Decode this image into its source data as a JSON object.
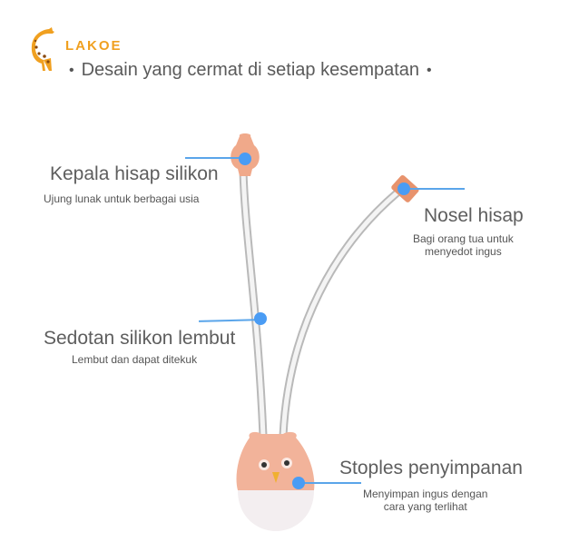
{
  "brand": {
    "name": "LAKOE",
    "logo_icon": "giraffe-icon",
    "color": "#f0a020"
  },
  "headline": {
    "text": "Desain yang cermat di setiap kesempatan",
    "bullet": "•"
  },
  "callouts": [
    {
      "title": "Kepala hisap silikon",
      "subtitle": "Ujung lunak untuk berbagai usia"
    },
    {
      "title": "Nosel hisap",
      "subtitle_line1": "Bagi orang tua untuk",
      "subtitle_line2": "menyedot ingus"
    },
    {
      "title": "Sedotan silikon lembut",
      "subtitle": "Lembut dan dapat ditekuk"
    },
    {
      "title": "Stoples penyimpanan",
      "subtitle_line1": "Menyimpan ingus dengan",
      "subtitle_line2": "cara yang terlihat"
    }
  ],
  "colors": {
    "pin": "#4a9cf4",
    "leader": "#5aa5ea",
    "silicone": "#f0a98a",
    "text": "#5e5e5e"
  }
}
